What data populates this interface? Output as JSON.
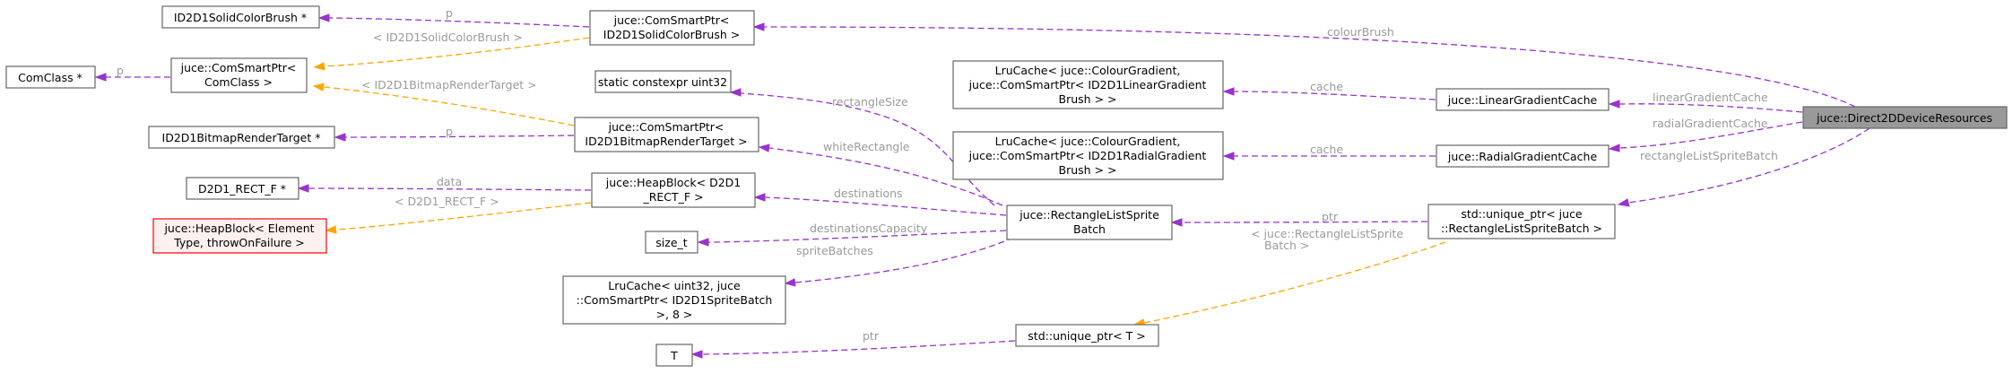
{
  "nodes": {
    "direct2d": "juce::Direct2DDeviceResources",
    "comptr_solid": [
      "juce::ComSmartPtr<",
      "ID2D1SolidColorBrush >"
    ],
    "solid_brush": "ID2D1SolidColorBrush *",
    "comptr_comclass": [
      "juce::ComSmartPtr<",
      "ComClass >"
    ],
    "comclass": "ComClass *",
    "static_uint32": "static constexpr uint32",
    "comptr_bitmap": [
      "juce::ComSmartPtr<",
      "ID2D1BitmapRenderTarget >"
    ],
    "bitmap_target": "ID2D1BitmapRenderTarget *",
    "heapblock_rect": [
      "juce::HeapBlock< D2D1",
      "_RECT_F >"
    ],
    "rect_f": "D2D1_RECT_F *",
    "heapblock_generic": [
      "juce::HeapBlock< Element",
      "Type, throwOnFailure >"
    ],
    "size_t": "size_t",
    "lru_sprite": [
      "LruCache< uint32, juce",
      "::ComSmartPtr< ID2D1SpriteBatch",
      ">, 8 >"
    ],
    "t": "T",
    "unique_generic": "std::unique_ptr< T >",
    "rect_sprite_batch": [
      "juce::RectangleListSprite",
      "Batch"
    ],
    "unique_sprite": [
      "std::unique_ptr< juce",
      "::RectangleListSpriteBatch >"
    ],
    "lru_linear": [
      "LruCache< juce::ColourGradient,",
      "juce::ComSmartPtr< ID2D1LinearGradient",
      "Brush > >"
    ],
    "linear_cache": "juce::LinearGradientCache",
    "lru_radial": [
      "LruCache< juce::ColourGradient,",
      "juce::ComSmartPtr< ID2D1RadialGradient",
      "Brush > >"
    ],
    "radial_cache": "juce::RadialGradientCache"
  },
  "edge_labels": {
    "colourBrush": "colourBrush",
    "linearGradientCache": "linearGradientCache",
    "radialGradientCache": "radialGradientCache",
    "rectangleListSpriteBatch": "rectangleListSpriteBatch",
    "cache_linear": "cache",
    "cache_radial": "cache",
    "ptr_sprite": "ptr",
    "unique_tmpl": [
      "< juce::RectangleListSprite",
      "Batch >"
    ],
    "rectangleSize": "rectangleSize",
    "whiteRectangle": "whiteRectangle",
    "destinations": "destinations",
    "destinationsCapacity": "destinationsCapacity",
    "spriteBatches": "spriteBatches",
    "ptr_t": "ptr",
    "p_solid": "p",
    "tmpl_solid": "< ID2D1SolidColorBrush >",
    "p_comclass": "p",
    "tmpl_bitmap": "< ID2D1BitmapRenderTarget >",
    "p_bitmap": "p",
    "data": "data",
    "tmpl_rect": "< D2D1_RECT_F >"
  },
  "colors": {
    "usage_edge": "#9a32cd",
    "template_edge": "#ffa500",
    "highlight_fill": "#999999",
    "node_border": "#666666",
    "error_border": "#ff0000",
    "label_text": "#9a9a9a"
  }
}
